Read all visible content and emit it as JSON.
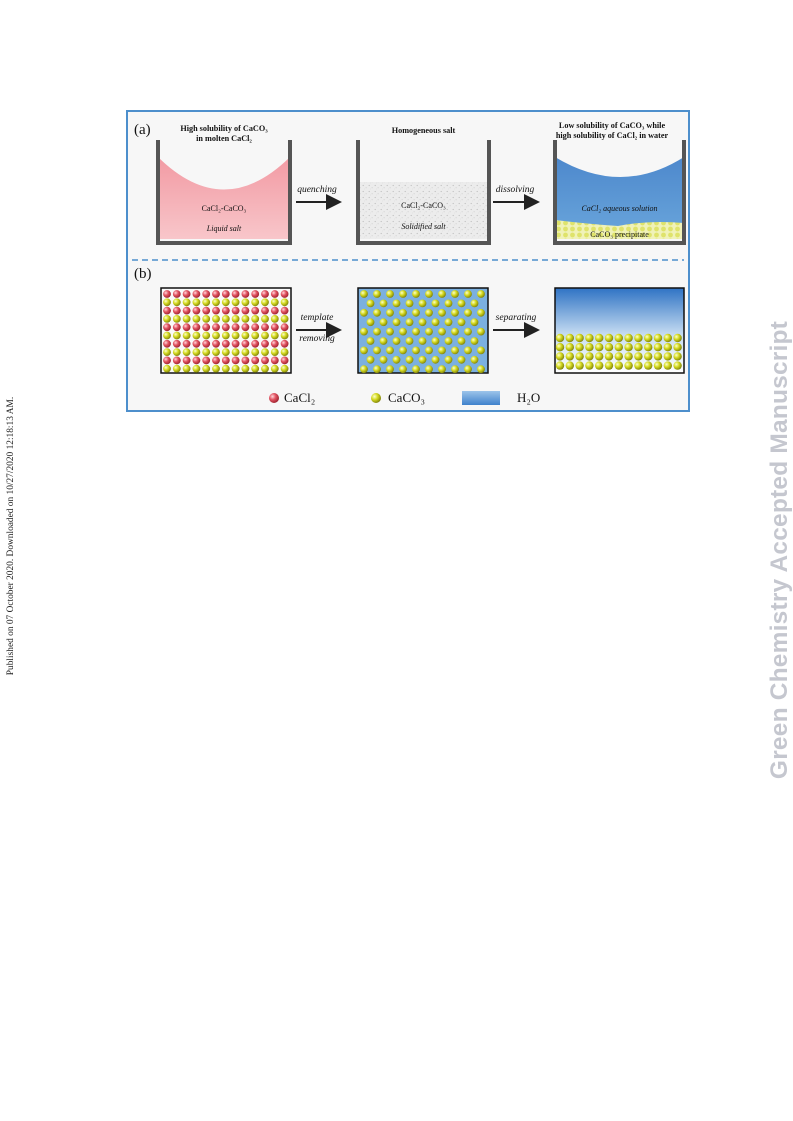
{
  "side_note": "Published on 07 October 2020. Downloaded on 10/27/2020 12:18:13 AM.",
  "watermark": "Green Chemistry Accepted Manuscript",
  "figure": {
    "panel_a": {
      "label": "(a)",
      "beaker1": {
        "header_line1": "High solubility of CaCO₃",
        "header_line2": "in molten CaCl₂",
        "formula": "CaCl₂-CaCO₃",
        "state": "Liquid salt"
      },
      "arrow1": "quenching",
      "beaker2": {
        "header": "Homogeneous salt",
        "formula": "CaCl₂-CaCO₃",
        "state": "Solidified salt"
      },
      "arrow2": "dissolving",
      "beaker3": {
        "header_line1": "Low solubility of CaCO₃ while",
        "header_line2": "high solubility of CaCl₂ in water",
        "solution": "CaCl₂ aqueous solution",
        "precipitate": "CaCO₃ precipitate"
      }
    },
    "panel_b": {
      "label": "(b)",
      "arrow1_line1": "template",
      "arrow1_line2": "removing",
      "arrow2": "separating"
    },
    "legend": {
      "cacl2": "CaCl₂",
      "caco3": "CaCO₃",
      "water": "H₂O"
    },
    "colors": {
      "frame": "#4d8fcc",
      "liquid_salt": "#f4aeb4",
      "water": "#5b9bd5",
      "cacl2_sphere": "#e0505f",
      "caco3_sphere": "#d8dc24"
    }
  }
}
